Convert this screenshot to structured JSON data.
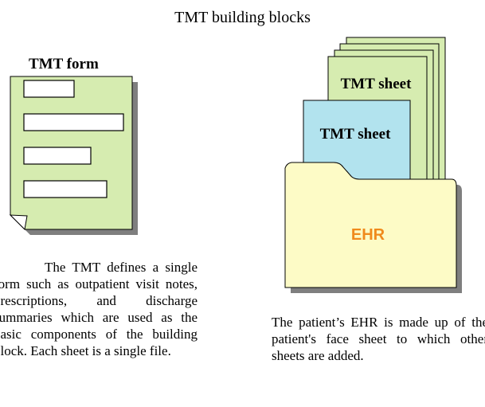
{
  "title": "TMT building blocks",
  "form": {
    "label": "TMT form"
  },
  "sheets": {
    "back_label": "TMT sheet",
    "front_label": "TMT sheet"
  },
  "folder": {
    "label": "EHR"
  },
  "captions": {
    "left": "The TMT defines a single form such as outpatient visit notes, prescriptions, and discharge summaries which are used as the basic components of the building block. Each sheet is a single file.",
    "right": "The patient’s EHR is made up of the patient's face sheet to which other sheets are added."
  },
  "colors": {
    "form_fill": "#d6ecb0",
    "sheet_green": "#d6ecb0",
    "sheet_blue": "#b2e3ee",
    "folder_fill": "#fdfbc6",
    "ehr_text": "#f08a1c",
    "shadow": "#7f7f7f"
  }
}
